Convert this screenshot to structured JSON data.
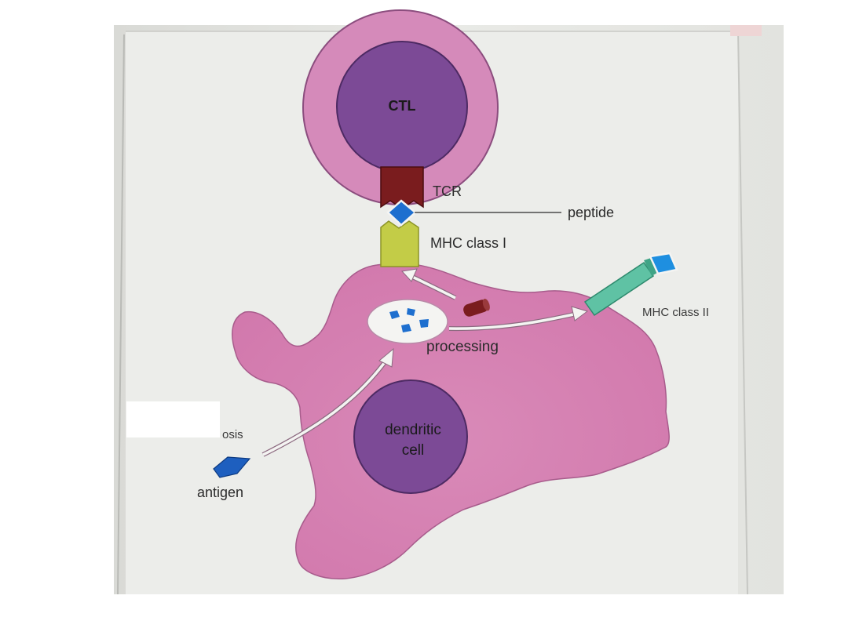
{
  "labels": {
    "ctl": "CTL",
    "tcr": "TCR",
    "peptide": "peptide",
    "mhc_class_i": "MHC class I",
    "mhc_class_ii": "MHC class II",
    "processing": "processing",
    "endocytosis_partial": "osis",
    "dendritic_line1": "dendritic",
    "dendritic_line2": "cell",
    "antigen": "antigen"
  },
  "colors": {
    "page_background": "#e6e7e3",
    "cell_body": "#d77fb2",
    "ctl_outer": "#d58aba",
    "nucleus": "#7c4a96",
    "tcr": "#7a1c1e",
    "mhc_class_i": "#c3cc47",
    "mhc_class_ii": "#5fc2a4",
    "peptide": "#1e6fcf",
    "antigen": "#1e5fbf",
    "arrow": "#f4f4f2",
    "cover_box": "#ffffff"
  }
}
